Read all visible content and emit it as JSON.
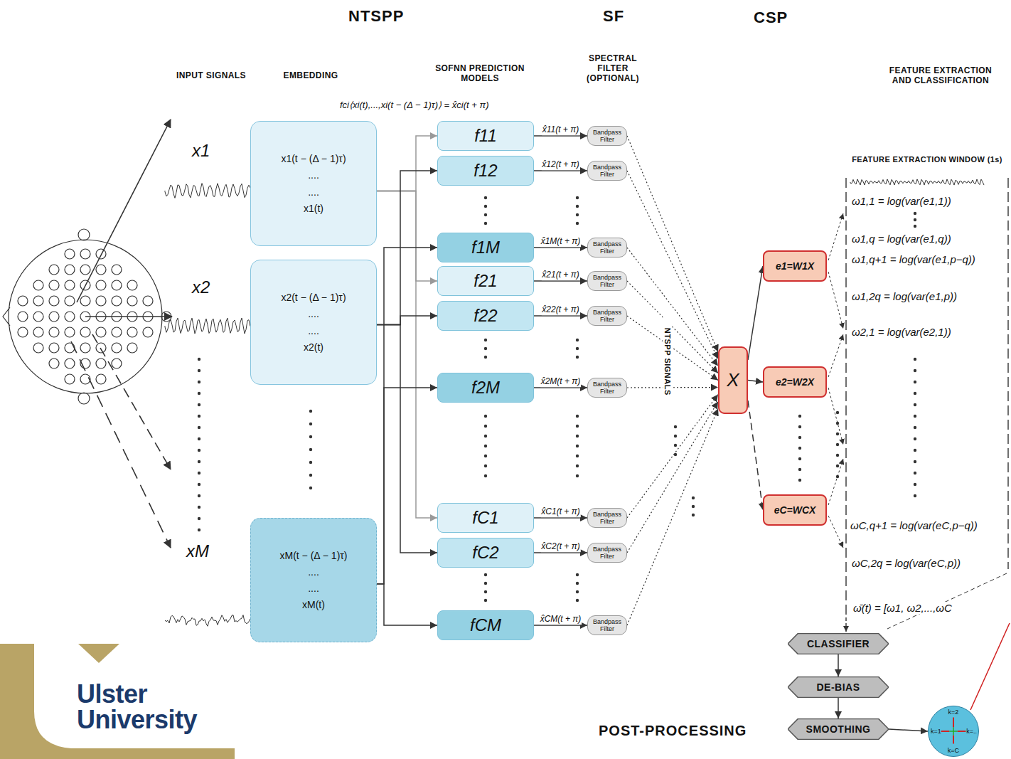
{
  "diagram": {
    "nodes": [
      {
        "text": [
          "x1(t − (Δ − 1)τ)",
          "....",
          "....",
          "x1(t)"
        ]
      },
      {
        "text": [
          "x2(t − (Δ − 1)τ)",
          "....",
          "....",
          "x2(t)"
        ]
      },
      {
        "text": [
          "xM(t − (Δ − 1)τ)",
          "....",
          "....",
          "xM(t)"
        ]
      },
      {
        "text": [
          "f11"
        ]
      },
      {
        "text": [
          "f12"
        ]
      },
      {
        "text": [
          "f1M"
        ]
      },
      {
        "text": [
          "f21"
        ]
      },
      {
        "text": [
          "f22"
        ]
      },
      {
        "text": [
          "f2M"
        ]
      },
      {
        "text": [
          "fC1"
        ]
      },
      {
        "text": [
          "fC2"
        ]
      },
      {
        "text": [
          "fCM"
        ]
      },
      {
        "text": [
          "Bandpass Filter"
        ]
      },
      {
        "text": [
          "Bandpass Filter"
        ]
      },
      {
        "text": [
          "Bandpass Filter"
        ]
      },
      {
        "text": [
          "Bandpass Filter"
        ]
      },
      {
        "text": [
          "Bandpass Filter"
        ]
      },
      {
        "text": [
          "Bandpass Filter"
        ]
      },
      {
        "text": [
          "Bandpass Filter"
        ]
      },
      {
        "text": [
          "Bandpass Filter"
        ]
      },
      {
        "text": [
          "Bandpass Filter"
        ]
      },
      {
        "text": [
          "X"
        ]
      },
      {
        "text": [
          "e1=W1X"
        ]
      },
      {
        "text": [
          "e2=W2X"
        ]
      },
      {
        "text": [
          "eC=WCX"
        ]
      },
      {
        "text": [
          "CLASSIFIER"
        ]
      },
      {
        "text": [
          "DE-BIAS"
        ]
      },
      {
        "text": [
          "SMOOTHING"
        ]
      },
      {
        "text": [
          "k=2",
          "k=1",
          "k=..",
          "k=C"
        ]
      }
    ],
    "edges": [
      {
        "from": 0,
        "to": 3,
        "arrow": "to"
      },
      {
        "from": 0,
        "to": 6,
        "arrow": "to"
      },
      {
        "from": 0,
        "to": 9,
        "arrow": "to"
      },
      {
        "from": 1,
        "to": 4,
        "arrow": "to"
      },
      {
        "from": 1,
        "to": 7,
        "arrow": "to"
      },
      {
        "from": 1,
        "to": 10,
        "arrow": "to"
      },
      {
        "from": 2,
        "to": 5,
        "arrow": "to"
      },
      {
        "from": 2,
        "to": 8,
        "arrow": "to"
      },
      {
        "from": 2,
        "to": 11,
        "arrow": "to"
      },
      {
        "from": 3,
        "to": 12,
        "label": "x̂11(t + π)",
        "arrow": "to"
      },
      {
        "from": 4,
        "to": 13,
        "label": "x̂12(t + π)",
        "arrow": "to"
      },
      {
        "from": 5,
        "to": 14,
        "label": "x̂1M(t + π)",
        "arrow": "to"
      },
      {
        "from": 6,
        "to": 15,
        "label": "x̂21(t + π)",
        "arrow": "to"
      },
      {
        "from": 7,
        "to": 16,
        "label": "x̂22(t + π)",
        "arrow": "to"
      },
      {
        "from": 8,
        "to": 17,
        "label": "x̂2M(t + π)",
        "arrow": "to"
      },
      {
        "from": 9,
        "to": 18,
        "label": "x̂C1(t + π)",
        "arrow": "to"
      },
      {
        "from": 10,
        "to": 19,
        "label": "x̂C2(t + π)",
        "arrow": "to"
      },
      {
        "from": 11,
        "to": 20,
        "label": "x̂CM(t + π)",
        "arrow": "to"
      },
      {
        "from": 12,
        "to": 21,
        "arrow": "to"
      },
      {
        "from": 13,
        "to": 21,
        "arrow": "to"
      },
      {
        "from": 14,
        "to": 21,
        "arrow": "to"
      },
      {
        "from": 15,
        "to": 21,
        "arrow": "to"
      },
      {
        "from": 16,
        "to": 21,
        "arrow": "to"
      },
      {
        "from": 17,
        "to": 21,
        "arrow": "to"
      },
      {
        "from": 18,
        "to": 21,
        "arrow": "to"
      },
      {
        "from": 19,
        "to": 21,
        "arrow": "to"
      },
      {
        "from": 20,
        "to": 21,
        "arrow": "to"
      },
      {
        "from": 21,
        "to": 22,
        "arrow": "to"
      },
      {
        "from": 21,
        "to": 23,
        "arrow": "to"
      },
      {
        "from": 21,
        "to": 24,
        "arrow": "to"
      },
      {
        "from": 25,
        "to": 26,
        "arrow": "to"
      },
      {
        "from": 26,
        "to": 27,
        "arrow": "to"
      },
      {
        "from": 27,
        "to": 28,
        "arrow": "to"
      }
    ],
    "labels": [
      "NTSPP",
      "SF",
      "CSP",
      "INPUT SIGNALS",
      "EMBEDDING",
      "SOFNN PREDICTION MODELS",
      "SPECTRAL FILTER (OPTIONAL)",
      "FEATURE EXTRACTION AND CLASSIFICATION",
      "fci⟨xi(t),...,xi(t − (Δ − 1)τ)⟩ = x̂ci(t + π)",
      "x1",
      "x2",
      "xM",
      "NTSPP SIGNALS",
      "FEATURE EXTRACTION WINDOW (1s)",
      "ω1,1 = log(var(e1,1))",
      "ω1,q = log(var(e1,q))",
      "ω1,q+1 = log(var(e1,p−q))",
      "ω1,2q = log(var(e1,p))",
      "ω2,1 = log(var(e2,1))",
      "ωC,q+1 = log(var(eC,p−q))",
      "ωC,2q = log(var(eC,p))",
      "ω̄(t) = [ω1, ω2,...,ωC",
      "POST-PROCESSING",
      "Ulster University"
    ]
  }
}
